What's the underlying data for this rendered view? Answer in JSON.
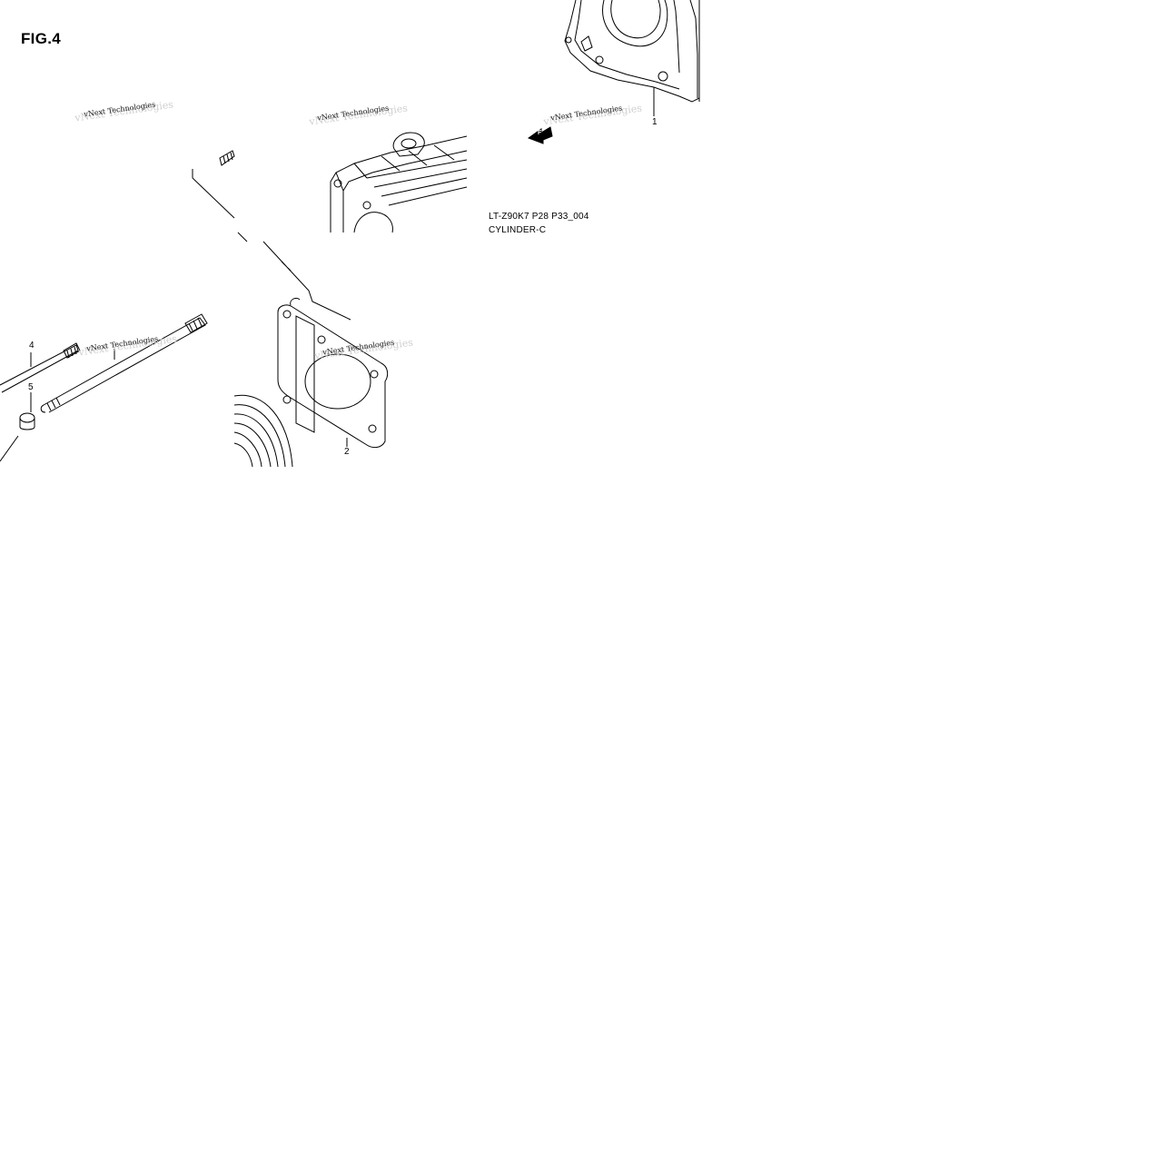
{
  "figure": {
    "title": "FIG.4",
    "part_code": "LT-Z90K7 P28 P33_004",
    "part_name": "CYLINDER-C"
  },
  "watermark": {
    "text": "vNext Technologies"
  },
  "callouts": [
    {
      "number": "1",
      "part": "cylinder"
    },
    {
      "number": "2",
      "part": "cylinder-gasket"
    },
    {
      "number": "4",
      "part": "stud-bolt"
    },
    {
      "number": "5",
      "part": "dowel-pin"
    }
  ],
  "arrow": {
    "label": "F"
  },
  "colors": {
    "line": "#000000",
    "background": "#ffffff",
    "watermark_ghost": "#cfcfcf"
  }
}
